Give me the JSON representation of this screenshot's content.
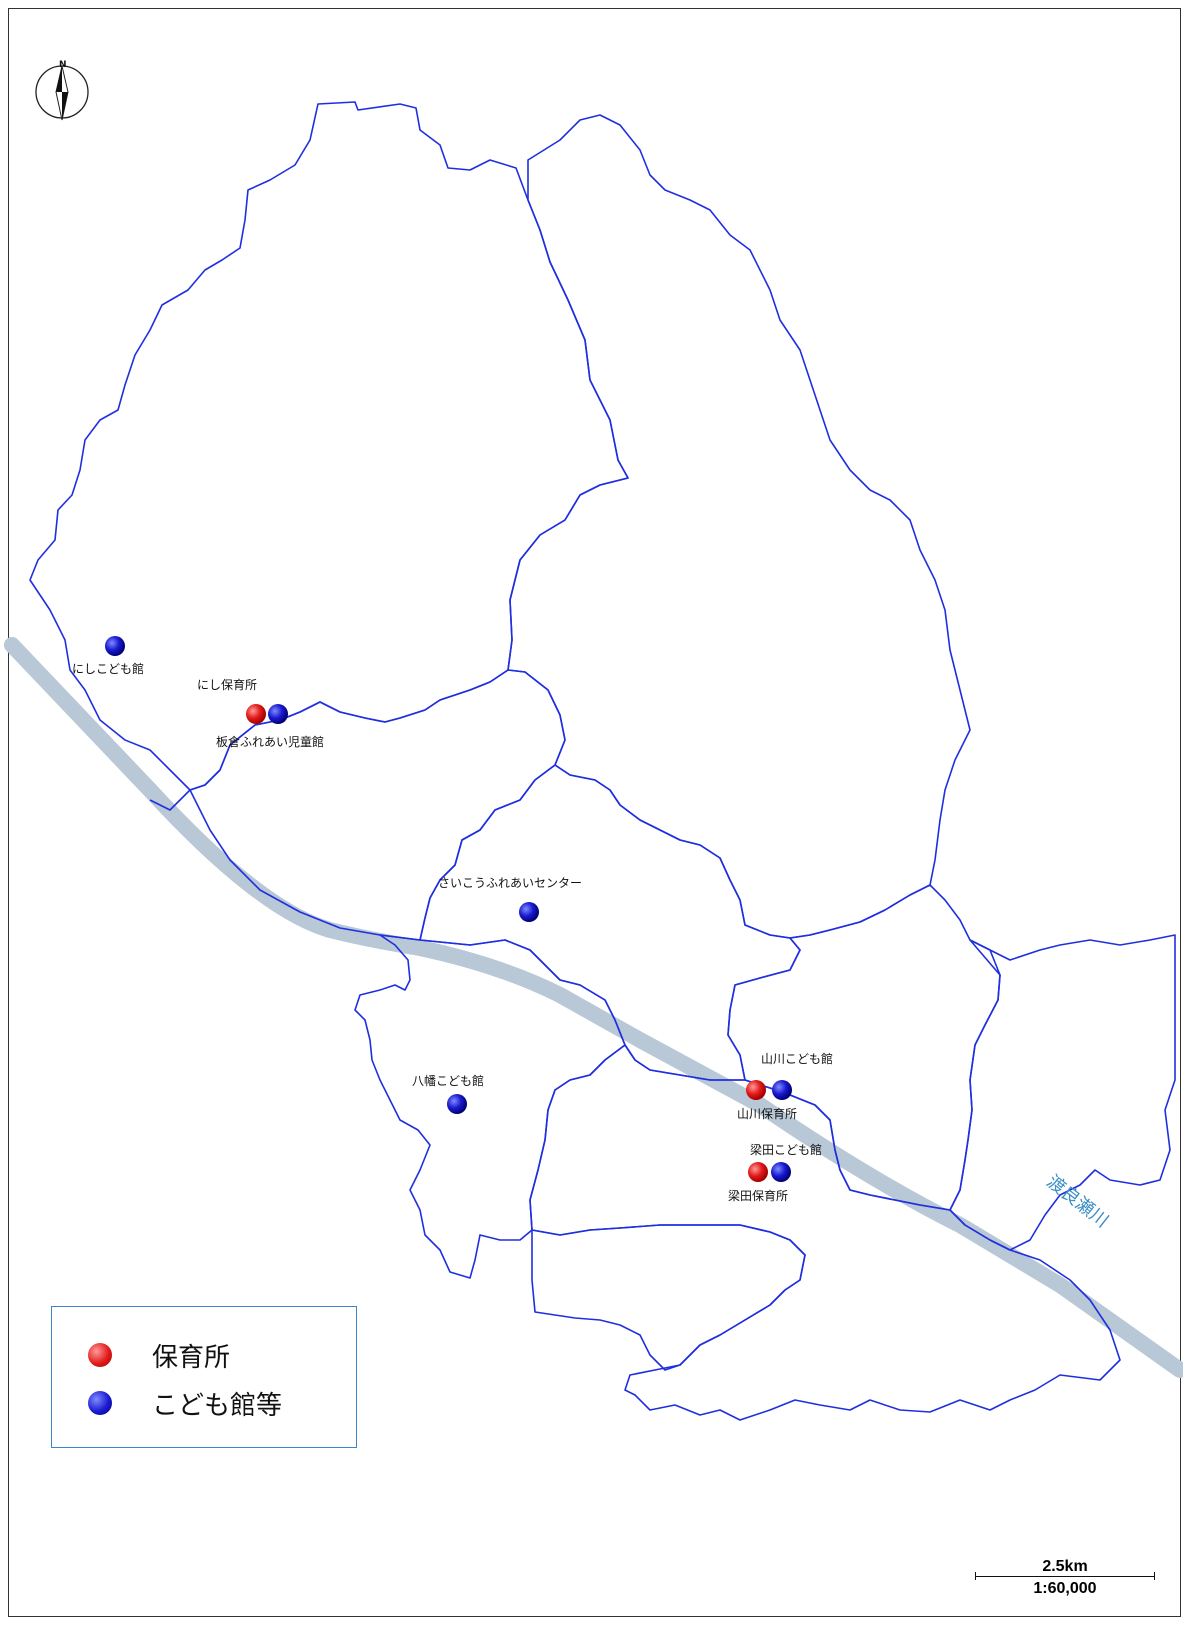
{
  "map": {
    "river_name": "渡良瀬川",
    "scale_distance": "2.5km",
    "scale_ratio": "1:60,000",
    "north_label": "N"
  },
  "legend": {
    "items": [
      {
        "label": "保育所",
        "color": "#e21b1b"
      },
      {
        "label": "こども館等",
        "color": "#1a1ad0"
      }
    ]
  },
  "facilities": [
    {
      "name": "にしこども館",
      "type": "こども館等"
    },
    {
      "name": "にし保育所",
      "type": "保育所"
    },
    {
      "name": "板倉ふれあい児童館",
      "type": "こども館等"
    },
    {
      "name": "さいこうふれあいセンター",
      "type": "こども館等"
    },
    {
      "name": "八幡こども館",
      "type": "こども館等"
    },
    {
      "name": "山川こども館",
      "type": "こども館等"
    },
    {
      "name": "山川保育所",
      "type": "保育所"
    },
    {
      "name": "梁田こども館",
      "type": "こども館等"
    },
    {
      "name": "梁田保育所",
      "type": "保育所"
    }
  ],
  "colors": {
    "boundary": "#1f2fe0",
    "river": "#b9c8d6",
    "nursery": "#e21b1b",
    "kids_hall": "#1a1ad0"
  }
}
